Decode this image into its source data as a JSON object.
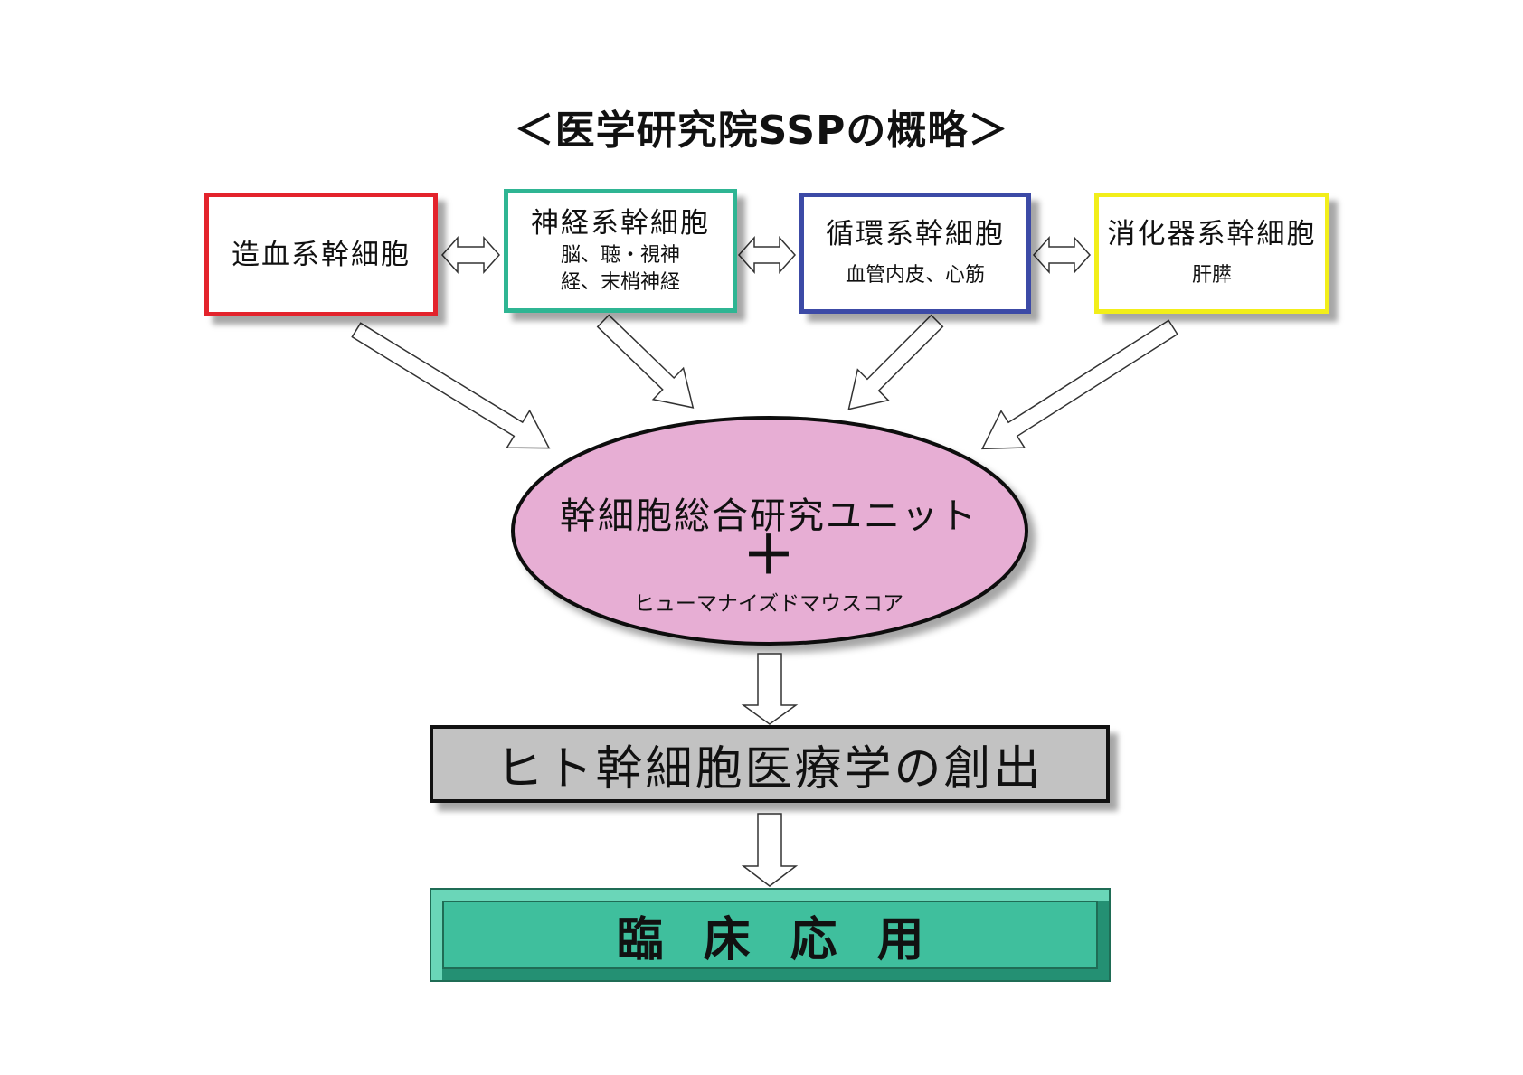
{
  "title": "＜医学研究院SSPの概略＞",
  "sources": {
    "hematopoietic": {
      "title": "造血系幹細胞",
      "color": "#e3232c"
    },
    "neural": {
      "title": "神経系幹細胞",
      "sub1": "脳、聴・視神",
      "sub2": "経、末梢神経",
      "color": "#2fb593"
    },
    "circulatory": {
      "title": "循環系幹細胞",
      "sub1": "血管内皮、心筋",
      "color": "#3c4aa6"
    },
    "digestive": {
      "title": "消化器系幹細胞",
      "sub1": "肝膵",
      "color": "#f2ee1a"
    }
  },
  "unit": {
    "title": "幹細胞総合研究ユニット",
    "plus": "＋",
    "sub": "ヒューマナイズドマウスコア",
    "fill": "#e7aed4"
  },
  "stem_medicine": {
    "label": "ヒト幹細胞医療学の創出",
    "fill": "#c2c2c2"
  },
  "clinical": {
    "label": "臨床応用",
    "fill": "#3fbf9d"
  }
}
